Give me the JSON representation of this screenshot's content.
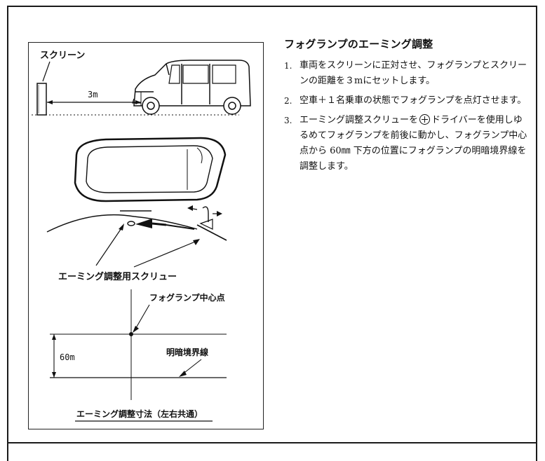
{
  "section": {
    "title": "フォグランプのエーミング調整"
  },
  "steps": [
    {
      "num": "1.",
      "text": "車両をスクリーンに正対させ、フォグランプとスクリーンの距離を３mにセットします。"
    },
    {
      "num": "2.",
      "text": "空車＋１名乗車の状態でフォグランプを点灯させます。"
    },
    {
      "num": "3.",
      "text_before": "エーミング調整スクリューを",
      "text_after": "ドライバーを使用しゆるめてフォグランプを前後に動かし、フォグランプ中心点から 60㎜ 下方の位置にフォグランプの明暗境界線を調整します。"
    }
  ],
  "figure": {
    "screen_label": "スクリーン",
    "distance_label": "3m",
    "screw_label": "エーミング調整用スクリュー",
    "center_label": "フォグランプ中心点",
    "height_label": "60m",
    "cutoff_label": "明暗境界線",
    "caption": "エーミング調整寸法（左右共通）"
  },
  "icons": {
    "plus_screwdriver": "phillips-plus-icon"
  }
}
